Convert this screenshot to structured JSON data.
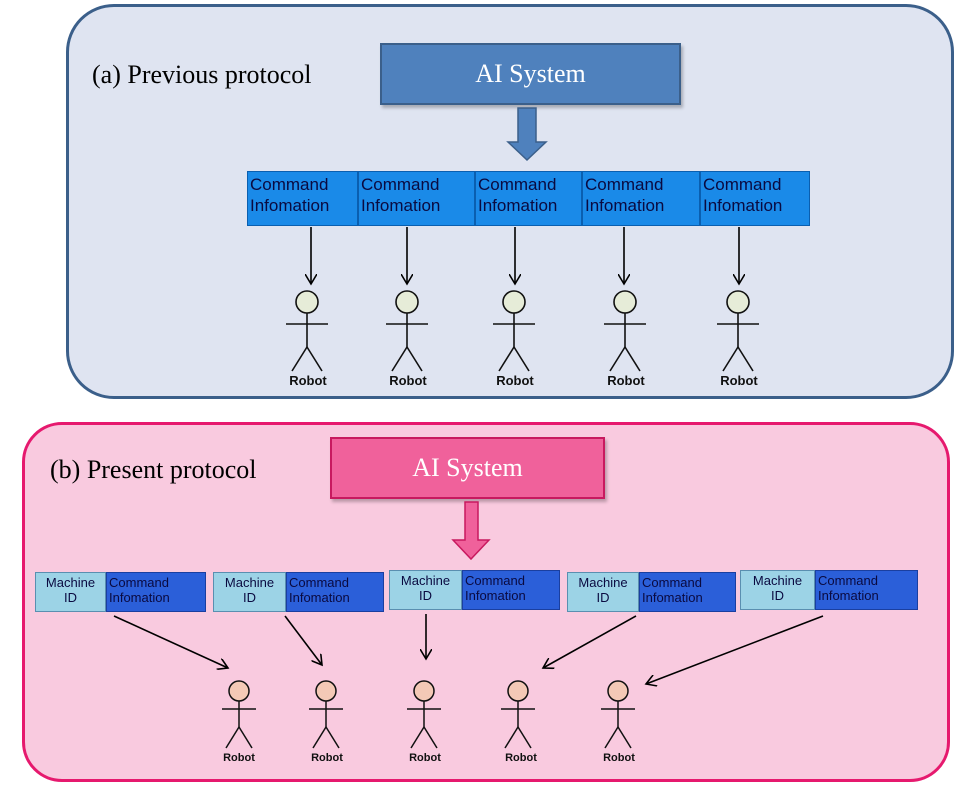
{
  "panel_a": {
    "title": "(a) Previous protocol",
    "ai_label": "AI System",
    "command_blocks": [
      {
        "text": "Command\nInfomation"
      },
      {
        "text": "Command\nInfomation"
      },
      {
        "text": "Command\nInfomation"
      },
      {
        "text": "Command\nInfomation"
      },
      {
        "text": "Command\nInfomation"
      }
    ],
    "robots": [
      "Robot",
      "Robot",
      "Robot",
      "Robot",
      "Robot"
    ]
  },
  "panel_b": {
    "title": "(b) Present protocol",
    "ai_label": "AI System",
    "packets": [
      {
        "id": "Machine\nID",
        "cmd": "Command\nInfomation"
      },
      {
        "id": "Machine\nID",
        "cmd": "Command\nInfomation"
      },
      {
        "id": "Machine\nID",
        "cmd": "Command\nInfomation"
      },
      {
        "id": "Machine\nID",
        "cmd": "Command\nInfomation"
      },
      {
        "id": "Machine\nID",
        "cmd": "Command\nInfomation"
      }
    ],
    "robots": [
      "Robot",
      "Robot",
      "Robot",
      "Robot",
      "Robot"
    ]
  },
  "colors": {
    "panel_a_fill": "#dfe4f1",
    "panel_a_border": "#3b5f8a",
    "panel_b_fill": "#f9cadf",
    "panel_b_border": "#e6196e",
    "ai_a": "#4f81bd",
    "ai_b": "#f0619b",
    "command_a": "#1a8ae8",
    "machine_id": "#9cd3e6",
    "command_b": "#2b5fd9",
    "robot_head_a": "#e6ecd8",
    "robot_head_b": "#f4c9b6"
  }
}
